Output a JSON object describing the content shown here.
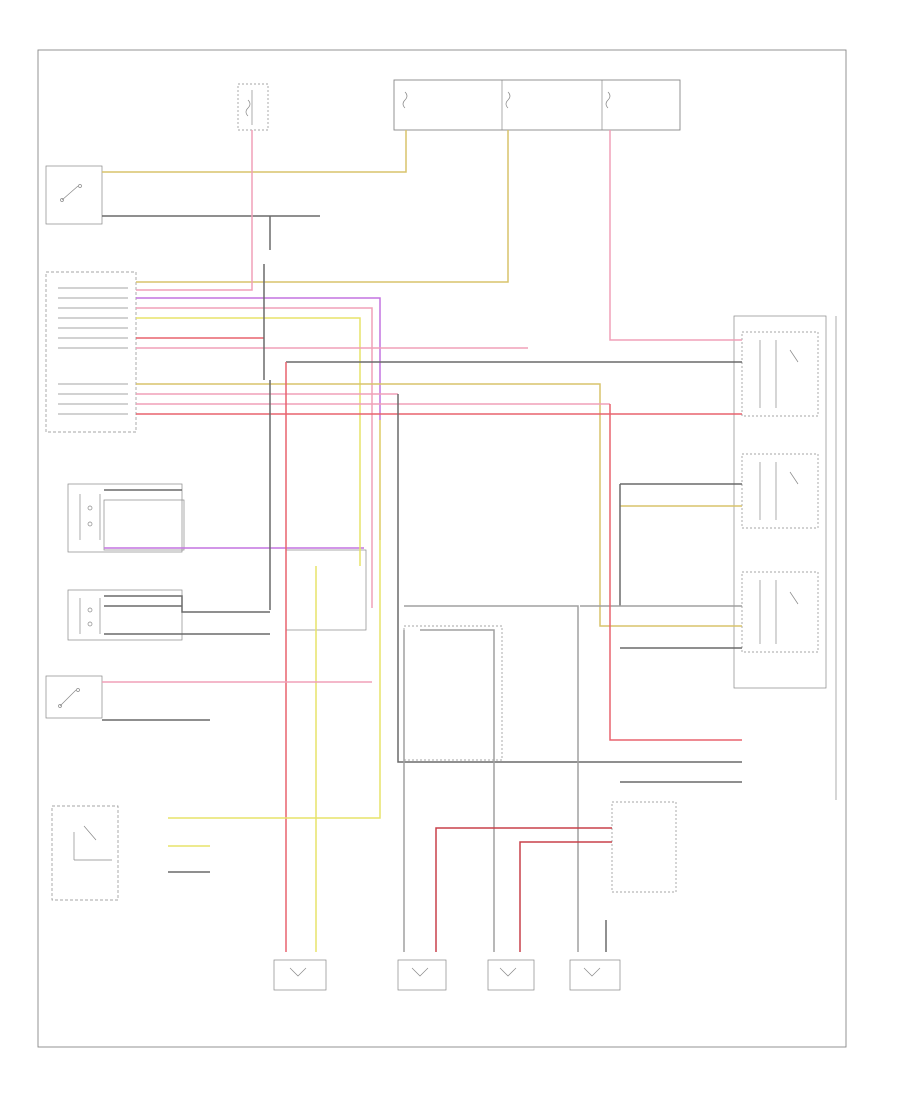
{
  "diagram": {
    "footer_code": "",
    "colors": {
      "yellow": "#e7e36a",
      "pink": "#f0a0b8",
      "red": "#e8636f",
      "dark_red": "#c8404a",
      "purple": "#c474e0",
      "tan": "#d8c46c",
      "black": "#6a6a6a",
      "gray": "#a0a0a0"
    },
    "components": [
      {
        "id": "hot-at-all-times-fuse",
        "label": ""
      },
      {
        "id": "fuse-panel",
        "label": ""
      },
      {
        "id": "door-ajar-switch",
        "label": ""
      },
      {
        "id": "body-control-module",
        "label": ""
      },
      {
        "id": "left-front-door-lock-switch",
        "label": ""
      },
      {
        "id": "right-front-door-lock-switch",
        "label": ""
      },
      {
        "id": "door-lock-switch",
        "label": ""
      },
      {
        "id": "transmission-range-switch",
        "label": ""
      },
      {
        "id": "unlock-relay",
        "label": ""
      },
      {
        "id": "double-unlock-relay",
        "label": ""
      },
      {
        "id": "lock-relay",
        "label": ""
      },
      {
        "id": "door-lock-relay-module",
        "label": ""
      },
      {
        "id": "remote-keyless-entry-module",
        "label": ""
      },
      {
        "id": "left-front-door-lock-actuator",
        "label": ""
      },
      {
        "id": "right-front-door-lock-actuator",
        "label": ""
      },
      {
        "id": "left-rear-door-lock-actuator",
        "label": ""
      },
      {
        "id": "right-rear-door-lock-actuator",
        "label": ""
      }
    ]
  }
}
